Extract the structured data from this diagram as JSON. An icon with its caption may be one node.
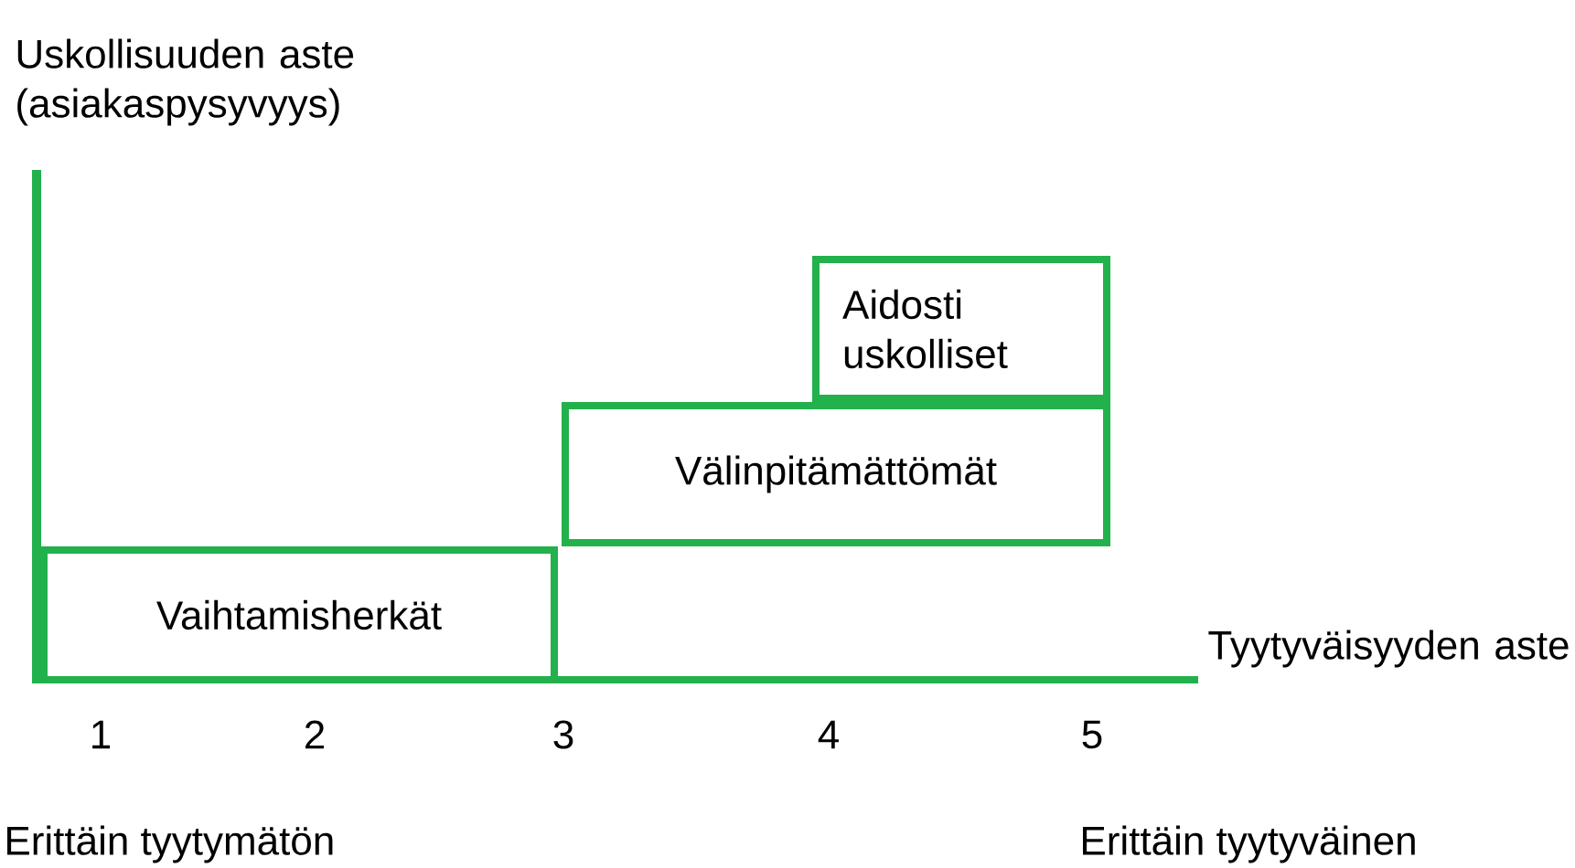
{
  "diagram": {
    "nodes": [
      {
        "text": [
          "Aidosti uskolliset"
        ]
      },
      {
        "text": [
          "Välinpitämättömät"
        ]
      },
      {
        "text": [
          "Vaihtamisherkät"
        ]
      }
    ],
    "labels": [
      "Uskollisuuden aste (asiakaspysyvyys)",
      "Tyytyväisyyden aste",
      "1",
      "2",
      "3",
      "4",
      "5",
      "Erittäin tyytymätön",
      "Erittäin tyytyväinen"
    ]
  }
}
